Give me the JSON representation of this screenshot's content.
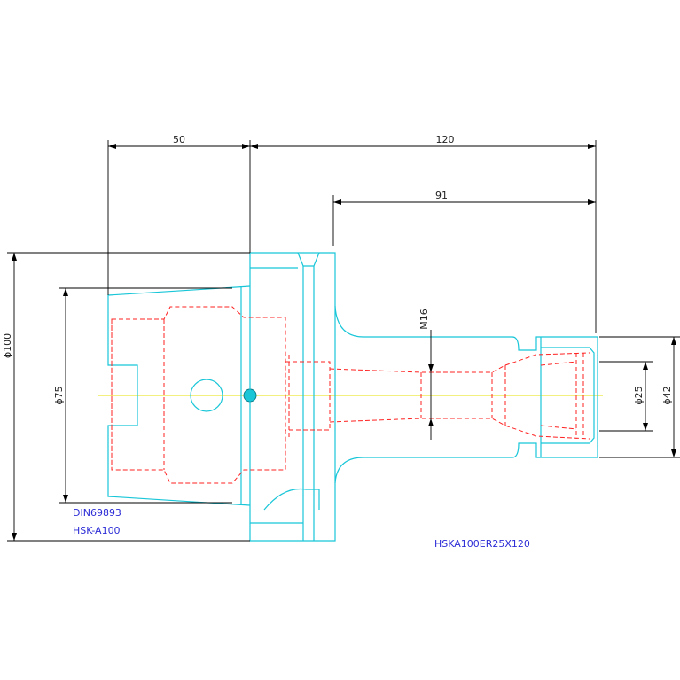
{
  "dimensions": {
    "d50": "50",
    "d120": "120",
    "d91": "91",
    "m16": "M16",
    "phi100": "ϕ100",
    "phi75": "ϕ75",
    "phi42": "ϕ42",
    "phi25": "ϕ25"
  },
  "notes": {
    "standard": "DIN69893",
    "interface": "HSK-A100",
    "part_number": "HSKA100ER25X120"
  },
  "colors": {
    "outline": "#18c6d8",
    "hidden": "#ff2020",
    "dimension": "#000000",
    "centerline": "#e8e000",
    "note": "#2b2bd6"
  }
}
